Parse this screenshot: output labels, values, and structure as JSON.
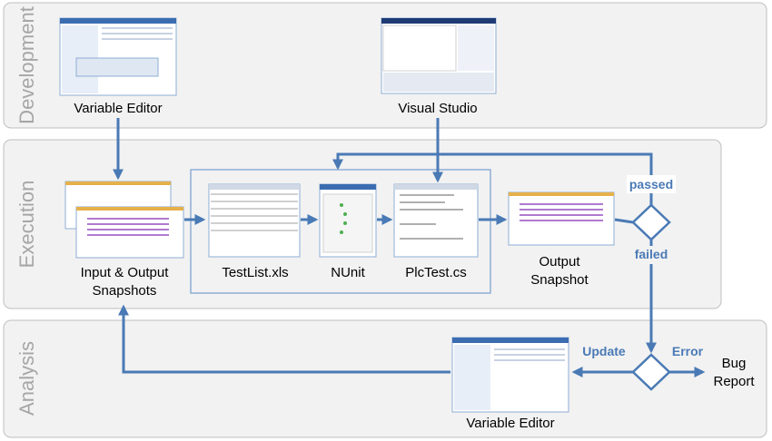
{
  "lanes": {
    "development": "Development",
    "execution": "Execution",
    "analysis": "Analysis"
  },
  "nodes": {
    "variable_editor_top": "Variable Editor",
    "visual_studio": "Visual Studio",
    "input_output_line1": "Input & Output",
    "input_output_line2": "Snapshots",
    "testlist": "TestList.xls",
    "nunit": "NUnit",
    "plctest": "PlcTest.cs",
    "output_line1": "Output",
    "output_line2": "Snapshot",
    "variable_editor_bottom": "Variable Editor",
    "bug_line1": "Bug",
    "bug_line2": "Report"
  },
  "edges": {
    "passed": "passed",
    "failed": "failed",
    "update": "Update",
    "error": "Error"
  },
  "colors": {
    "flow": "#4a7ab5",
    "lane_fill": "#f2f2f2",
    "lane_text": "#a6a6a6"
  }
}
